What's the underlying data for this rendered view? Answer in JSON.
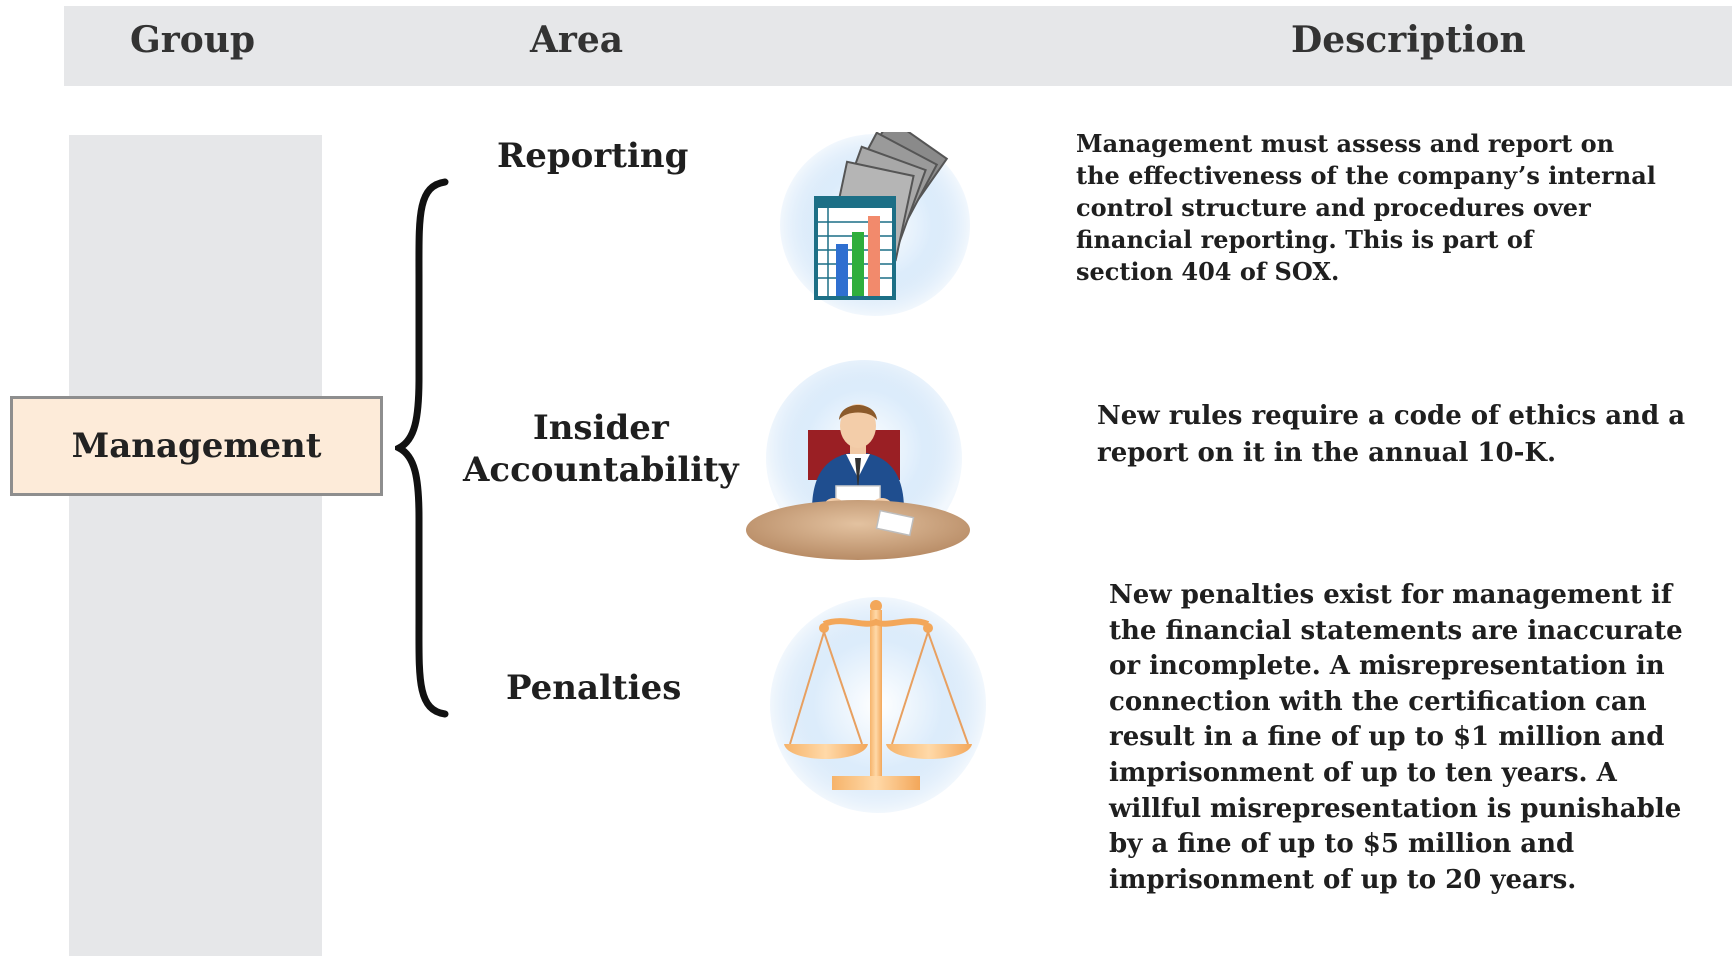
{
  "header": {
    "group_label": "Group",
    "area_label": "Area",
    "description_label": "Description"
  },
  "group": {
    "label": "Management"
  },
  "areas": [
    {
      "label_lines": [
        "Reporting"
      ],
      "icon": "spreadsheet-chart-icon",
      "description_lines": [
        "Management must assess and report on",
        "the effectiveness of the company’s internal",
        "control structure and procedures over",
        "financial reporting. This is part of",
        "section 404 of SOX."
      ]
    },
    {
      "label_lines": [
        "Insider",
        "Accountability"
      ],
      "icon": "businessman-at-desk-icon",
      "description_lines": [
        "New rules require a code of ethics and a",
        "report on it in the annual 10-K."
      ]
    },
    {
      "label_lines": [
        "Penalties"
      ],
      "icon": "scales-of-justice-icon",
      "description_lines": [
        "New penalties exist for management if",
        "the financial statements are inaccurate",
        "or incomplete. A misrepresentation in",
        "connection with the certification can",
        "result in a fine of up to $1 million and",
        "imprisonment of up to ten years. A",
        "willful misrepresentation is punishable",
        "by a fine of up to $5 million and",
        "imprisonment of up to 20 years."
      ]
    }
  ],
  "colors": {
    "header_band": "#e6e7e9",
    "group_column": "#e6e7e9",
    "management_box_fill": "#fdebd9",
    "management_box_border": "#8e8e8e"
  }
}
